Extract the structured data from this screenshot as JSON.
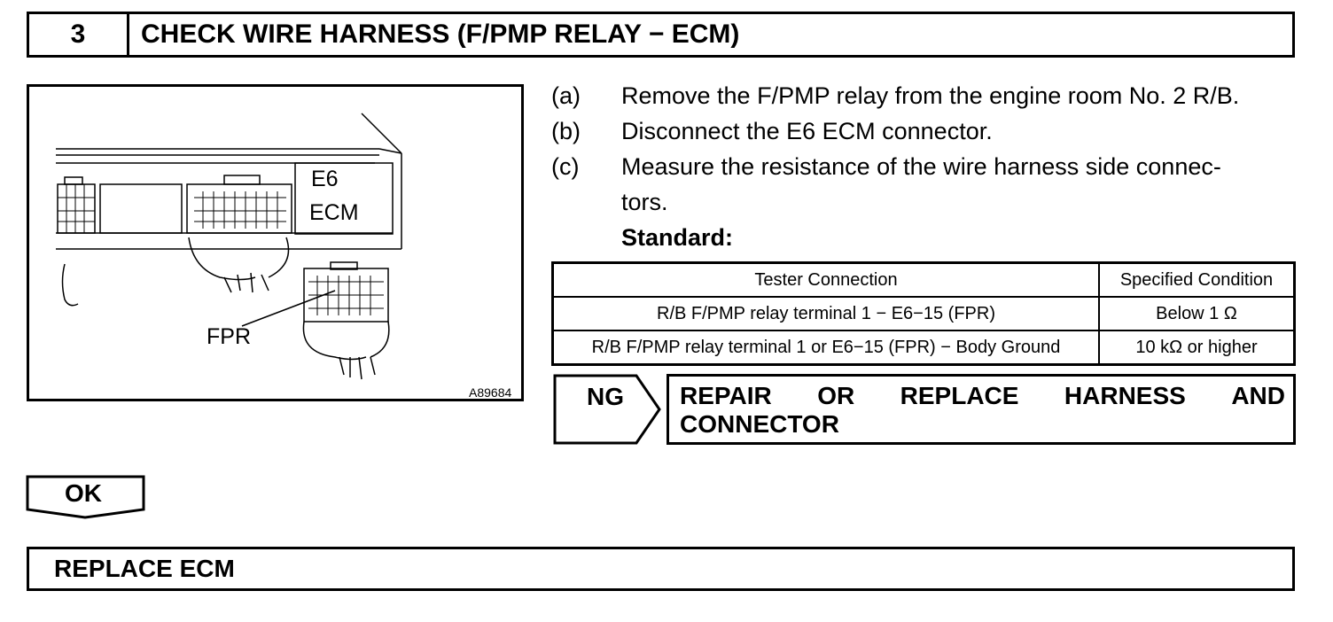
{
  "header": {
    "step_number": "3",
    "title": "CHECK WIRE HARNESS (F/PMP RELAY − ECM)"
  },
  "figure": {
    "label_connector": "E6",
    "label_unit": "ECM",
    "label_pin": "FPR",
    "figure_id": "A89684"
  },
  "steps": [
    {
      "letter": "(a)",
      "text": "Remove the F/PMP relay from the engine room No. 2 R/B."
    },
    {
      "letter": "(b)",
      "text": "Disconnect the E6 ECM connector."
    },
    {
      "letter": "(c)",
      "text": "Measure the resistance of the wire harness side connec-",
      "text_cont": "tors."
    }
  ],
  "standard_label": "Standard:",
  "table": {
    "headers": [
      "Tester Connection",
      "Specified Condition"
    ],
    "rows": [
      [
        "R/B F/PMP relay terminal 1 − E6−15 (FPR)",
        "Below 1 Ω"
      ],
      [
        "R/B F/PMP relay terminal 1 or E6−15 (FPR) − Body Ground",
        "10 kΩ or higher"
      ]
    ]
  },
  "ng": {
    "label": "NG",
    "line1_words": [
      "REPAIR",
      "OR",
      "REPLACE",
      "HARNESS",
      "AND"
    ],
    "line2": "CONNECTOR"
  },
  "ok": {
    "label": "OK"
  },
  "final": {
    "text": "REPLACE ECM"
  }
}
